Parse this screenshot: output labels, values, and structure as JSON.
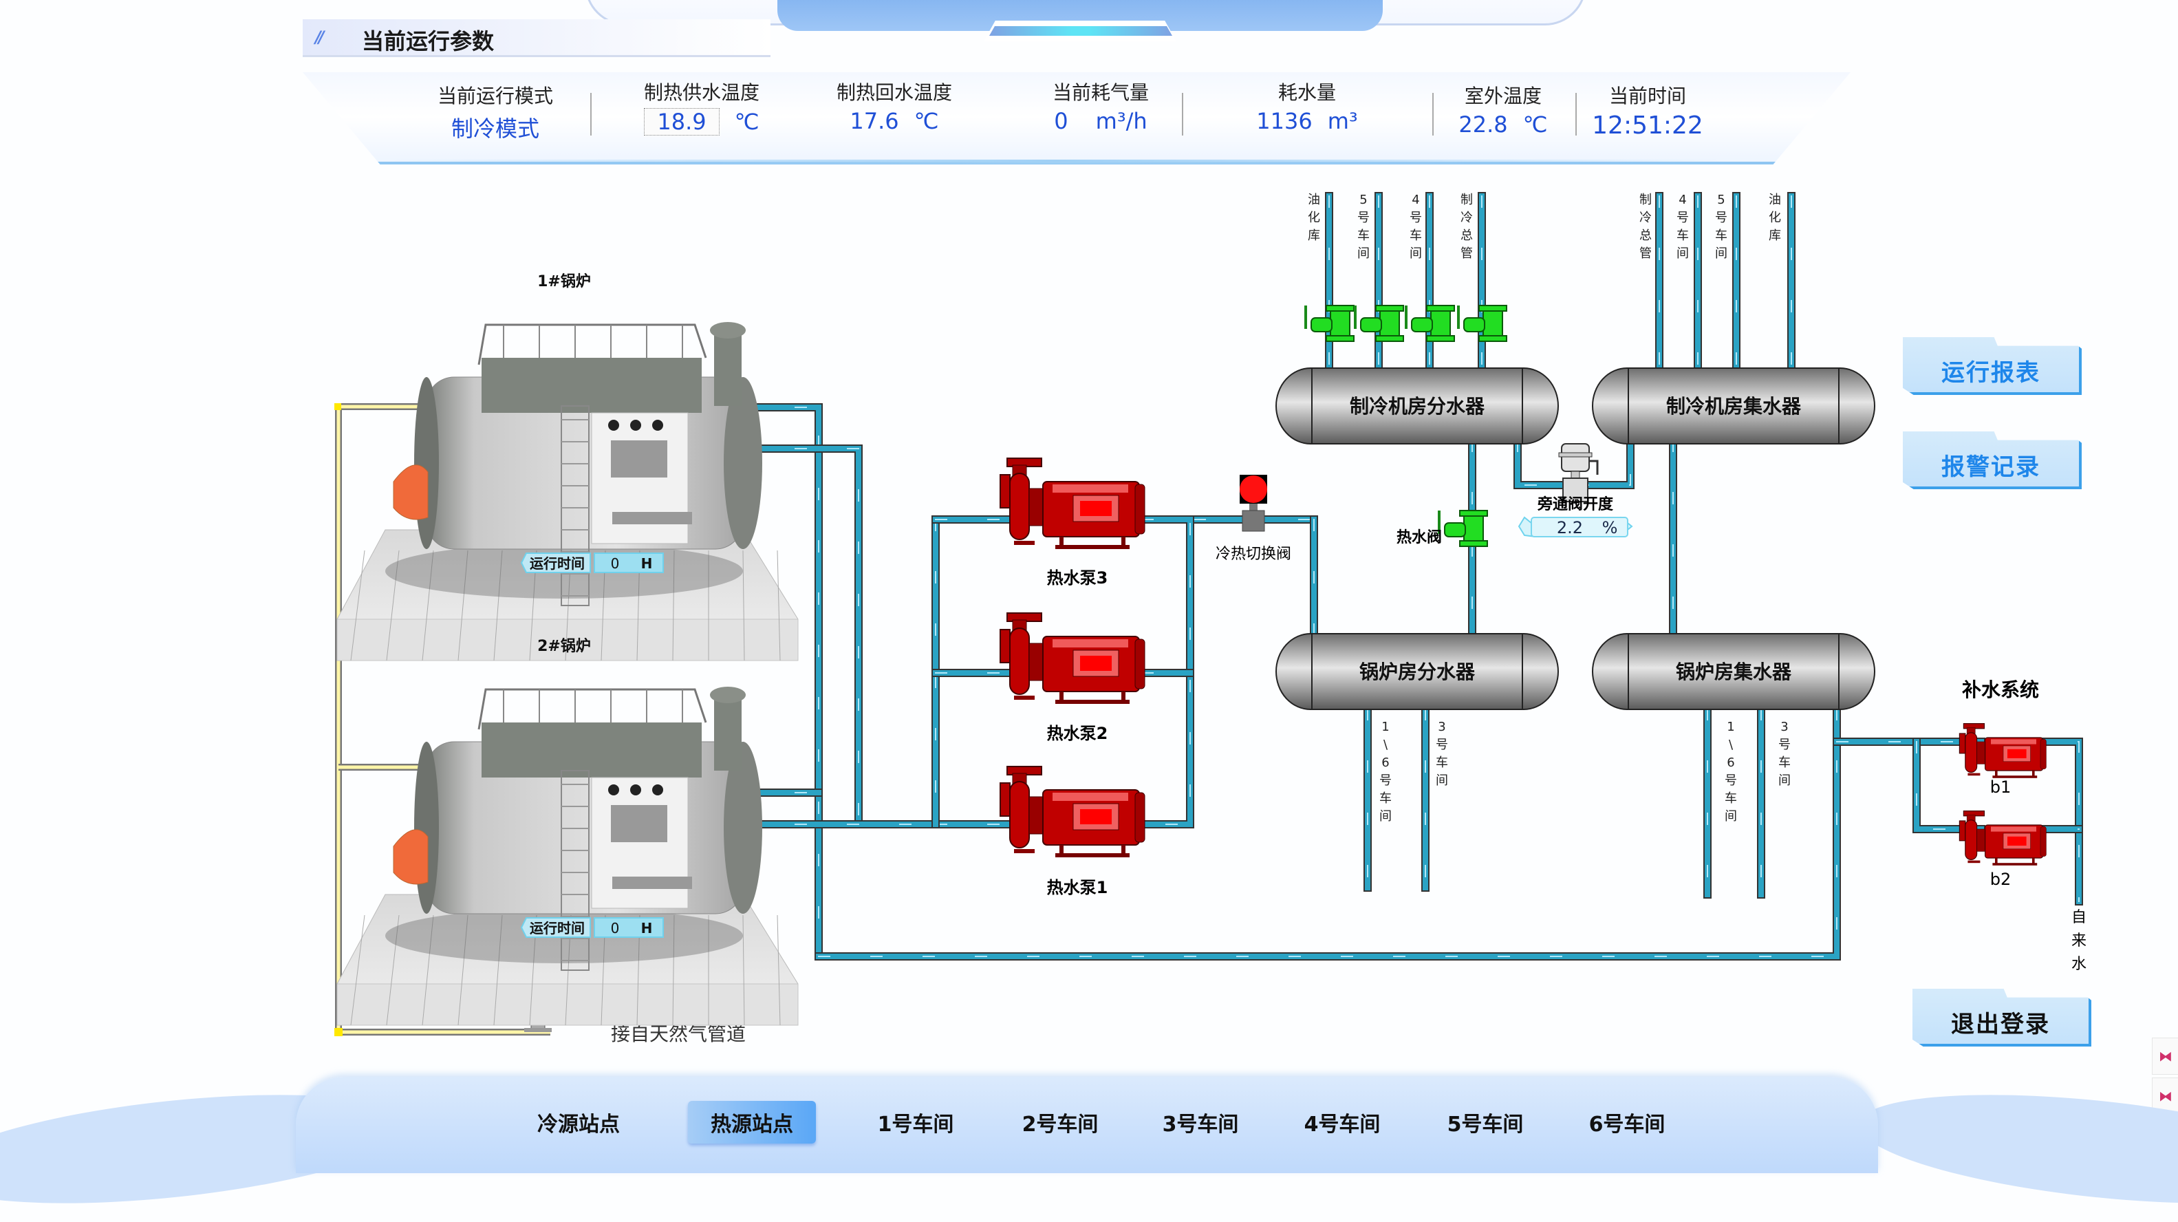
{
  "section": {
    "title": "当前运行参数"
  },
  "params": [
    {
      "label": "当前运行模式",
      "value": "制冷模式",
      "unit": ""
    },
    {
      "label": "制热供水温度",
      "value": "18.9",
      "unit": "℃"
    },
    {
      "label": "制热回水温度",
      "value": "17.6",
      "unit": "℃"
    },
    {
      "label": "当前耗气量",
      "value": "0",
      "unit": "m³/h"
    },
    {
      "label": "耗水量",
      "value": "1136",
      "unit": "m³"
    },
    {
      "label": "室外温度",
      "value": "22.8",
      "unit": "℃"
    },
    {
      "label": "当前时间",
      "value": "12:51:22",
      "unit": ""
    }
  ],
  "boilers": [
    {
      "name": "1#锅炉",
      "runtime_label": "运行时间",
      "runtime_value": "0",
      "runtime_unit": "H"
    },
    {
      "name": "2#锅炉",
      "runtime_label": "运行时间",
      "runtime_value": "0",
      "runtime_unit": "H"
    }
  ],
  "gas_inlet_label": "接自天然气管道",
  "pumps": [
    {
      "name": "热水泵3"
    },
    {
      "name": "热水泵2"
    },
    {
      "name": "热水泵1"
    }
  ],
  "switch_valve_label": "冷热切换阀",
  "hot_water_valve_label": "热水阀",
  "bypass": {
    "label": "旁通阀开度",
    "value": "2.2",
    "unit": "%"
  },
  "headers": {
    "cold_supply": "制冷机房分水器",
    "cold_return": "制冷机房集水器",
    "boiler_supply": "锅炉房分水器",
    "boiler_return": "锅炉房集水器"
  },
  "cold_supply_branches": [
    "油化库",
    "5号车间",
    "4号车间",
    "制冷总管"
  ],
  "cold_return_branches": [
    "制冷总管",
    "4号车间",
    "5号车间",
    "油化库"
  ],
  "boiler_supply_branches": [
    "1\\6号车间",
    "3号车间"
  ],
  "boiler_return_branches": [
    "1\\6号车间",
    "3号车间"
  ],
  "makeup": {
    "title": "补水系统",
    "pumps": [
      "b1",
      "b2"
    ],
    "source_label": "自来水"
  },
  "side_buttons": {
    "report": "运行报表",
    "alarm": "报警记录",
    "logout": "退出登录"
  },
  "nav": {
    "items": [
      "冷源站点",
      "热源站点",
      "1号车间",
      "2号车间",
      "3号车间",
      "4号车间",
      "5号车间",
      "6号车间"
    ],
    "active_index": 1
  },
  "colors": {
    "pipe": "#2aa3c4",
    "value_blue": "#1f4fd6",
    "button_blue": "#1e86ea",
    "pump_red": "#b30000",
    "valve_green": "#22dd22",
    "gas_pipe": "#f5e400"
  }
}
